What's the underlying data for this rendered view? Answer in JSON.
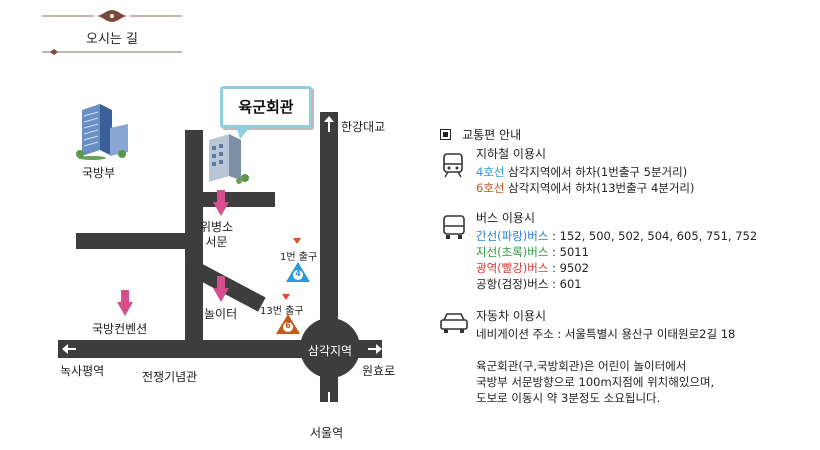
{
  "header": {
    "title": "오시는 길"
  },
  "map": {
    "venue_name": "육군회관",
    "labels": {
      "north_road": "한강대교",
      "south_road": "서울역",
      "east_road": "원효로",
      "west_road": "녹사평역",
      "gukbangbu": "국방부",
      "convention": "국방컨벤션",
      "memorial": "전쟁기념관",
      "west_gate_line1": "위병소",
      "west_gate_line2": "서문",
      "playground": "놀이터",
      "circle": "삼각지역",
      "exit1": "1번 출구",
      "exit13": "13번 출구",
      "line4": "4",
      "line6": "6"
    }
  },
  "info": {
    "title": "교통편 안내",
    "subway": {
      "heading": "지하철 이용시",
      "line4_name": "4호선",
      "line4_text": " 삼각지역에서 하차(1번출구 5분거리)",
      "line6_name": "6호선",
      "line6_text": " 삼각지역에서 하차(13번출구 4분거리)"
    },
    "bus": {
      "heading": "버스 이용시",
      "trunk_name": "간선(파랑)버스",
      "trunk_text": " : 152, 500, 502, 504, 605, 751, 752",
      "branch_name": "지선(초록)버스",
      "branch_text": " : 5011",
      "wide_name": "광역(빨강)버스",
      "wide_text": " : 9502",
      "airport_text": "공항(검정)버스 : 601"
    },
    "car": {
      "heading": "자동차 이용시",
      "navi_text": "네비게이션 주소 : 서울특별시 용산구 이태원로2길 18"
    },
    "note": {
      "line1": "육군회관(구,국방회관)은 어린이 놀이터에서",
      "line2": "국방부 서문방향으로 100m지점에 위치해있으며,",
      "line3": "도보로 이동시 약 3분정도 소요됩니다."
    }
  },
  "colors": {
    "line4": "#2b9ad6",
    "line6": "#c45a1a",
    "trunk": "#2b7fd6",
    "branch": "#2e9a3a",
    "wide": "#d23a3a",
    "road": "#3d3d3d",
    "pin": "#d84d8c"
  }
}
